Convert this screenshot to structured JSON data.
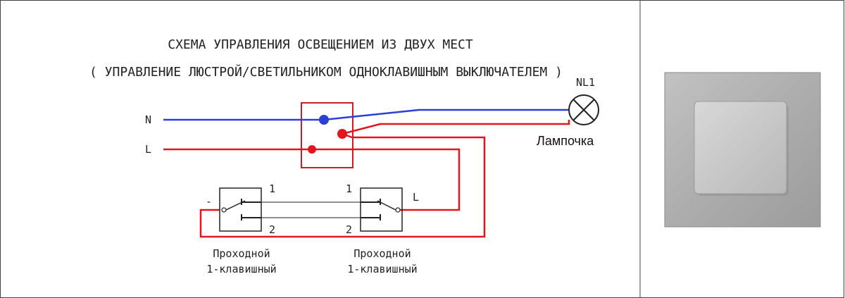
{
  "diagram": {
    "title_line1": "СХЕМА УПРАВЛЕНИЯ ОСВЕЩЕНИЕМ  ИЗ ДВУХ МЕСТ",
    "title_line2": "( УПРАВЛЕНИЕ ЛЮСТРОЙ/СВЕТИЛЬНИКОМ  ОДНОКЛАВИШНЫМ ВЫКЛЮЧАТЕЛЕМ )",
    "neutral_label": "N",
    "line_label": "L",
    "lamp_id": "NL1",
    "lamp_label": "Лампочка",
    "switch1": {
      "common_label": "-",
      "terminal1": "1",
      "terminal2": "2",
      "caption_line1": "Проходной",
      "caption_line2": "1-клавишный"
    },
    "switch2": {
      "common_label": "L",
      "terminal1": "1",
      "terminal2": "2",
      "caption_line1": "Проходной",
      "caption_line2": "1-клавишный"
    }
  },
  "colors": {
    "neutral_wire": "#2b3fd6",
    "line_wire": "#e3141c",
    "box": "#c81e28",
    "frame": "#999999",
    "switch_plate": "#b4b4b4",
    "switch_key": "#c9c9c9"
  }
}
